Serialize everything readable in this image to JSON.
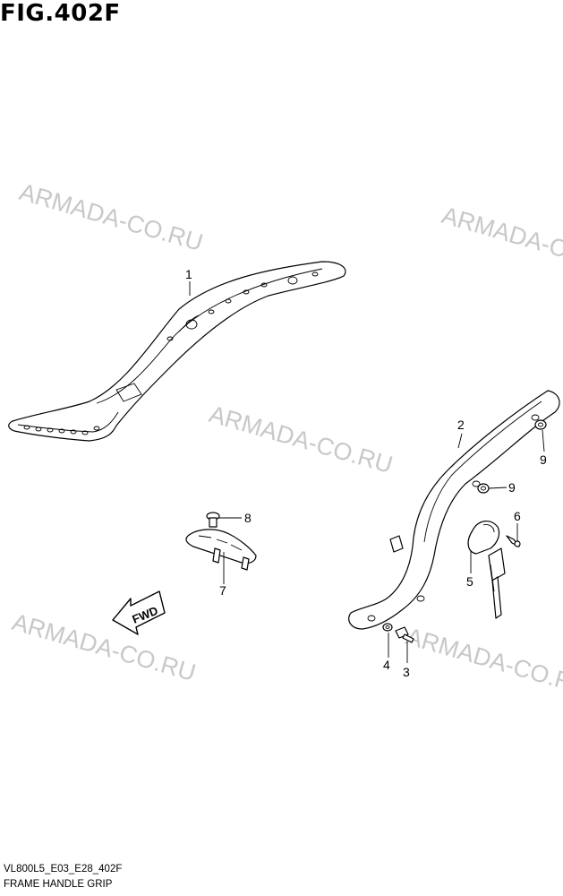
{
  "figure": {
    "title": "FIG.402F",
    "code": "VL800L5_E03_E28_402F",
    "name": "FRAME HANDLE GRIP"
  },
  "watermark": {
    "text": "ARMADA-CO.RU",
    "color": "#c8c8c8"
  },
  "direction_label": "FWD",
  "callouts": [
    "1",
    "2",
    "3",
    "4",
    "5",
    "6",
    "7",
    "8",
    "9",
    "9"
  ]
}
